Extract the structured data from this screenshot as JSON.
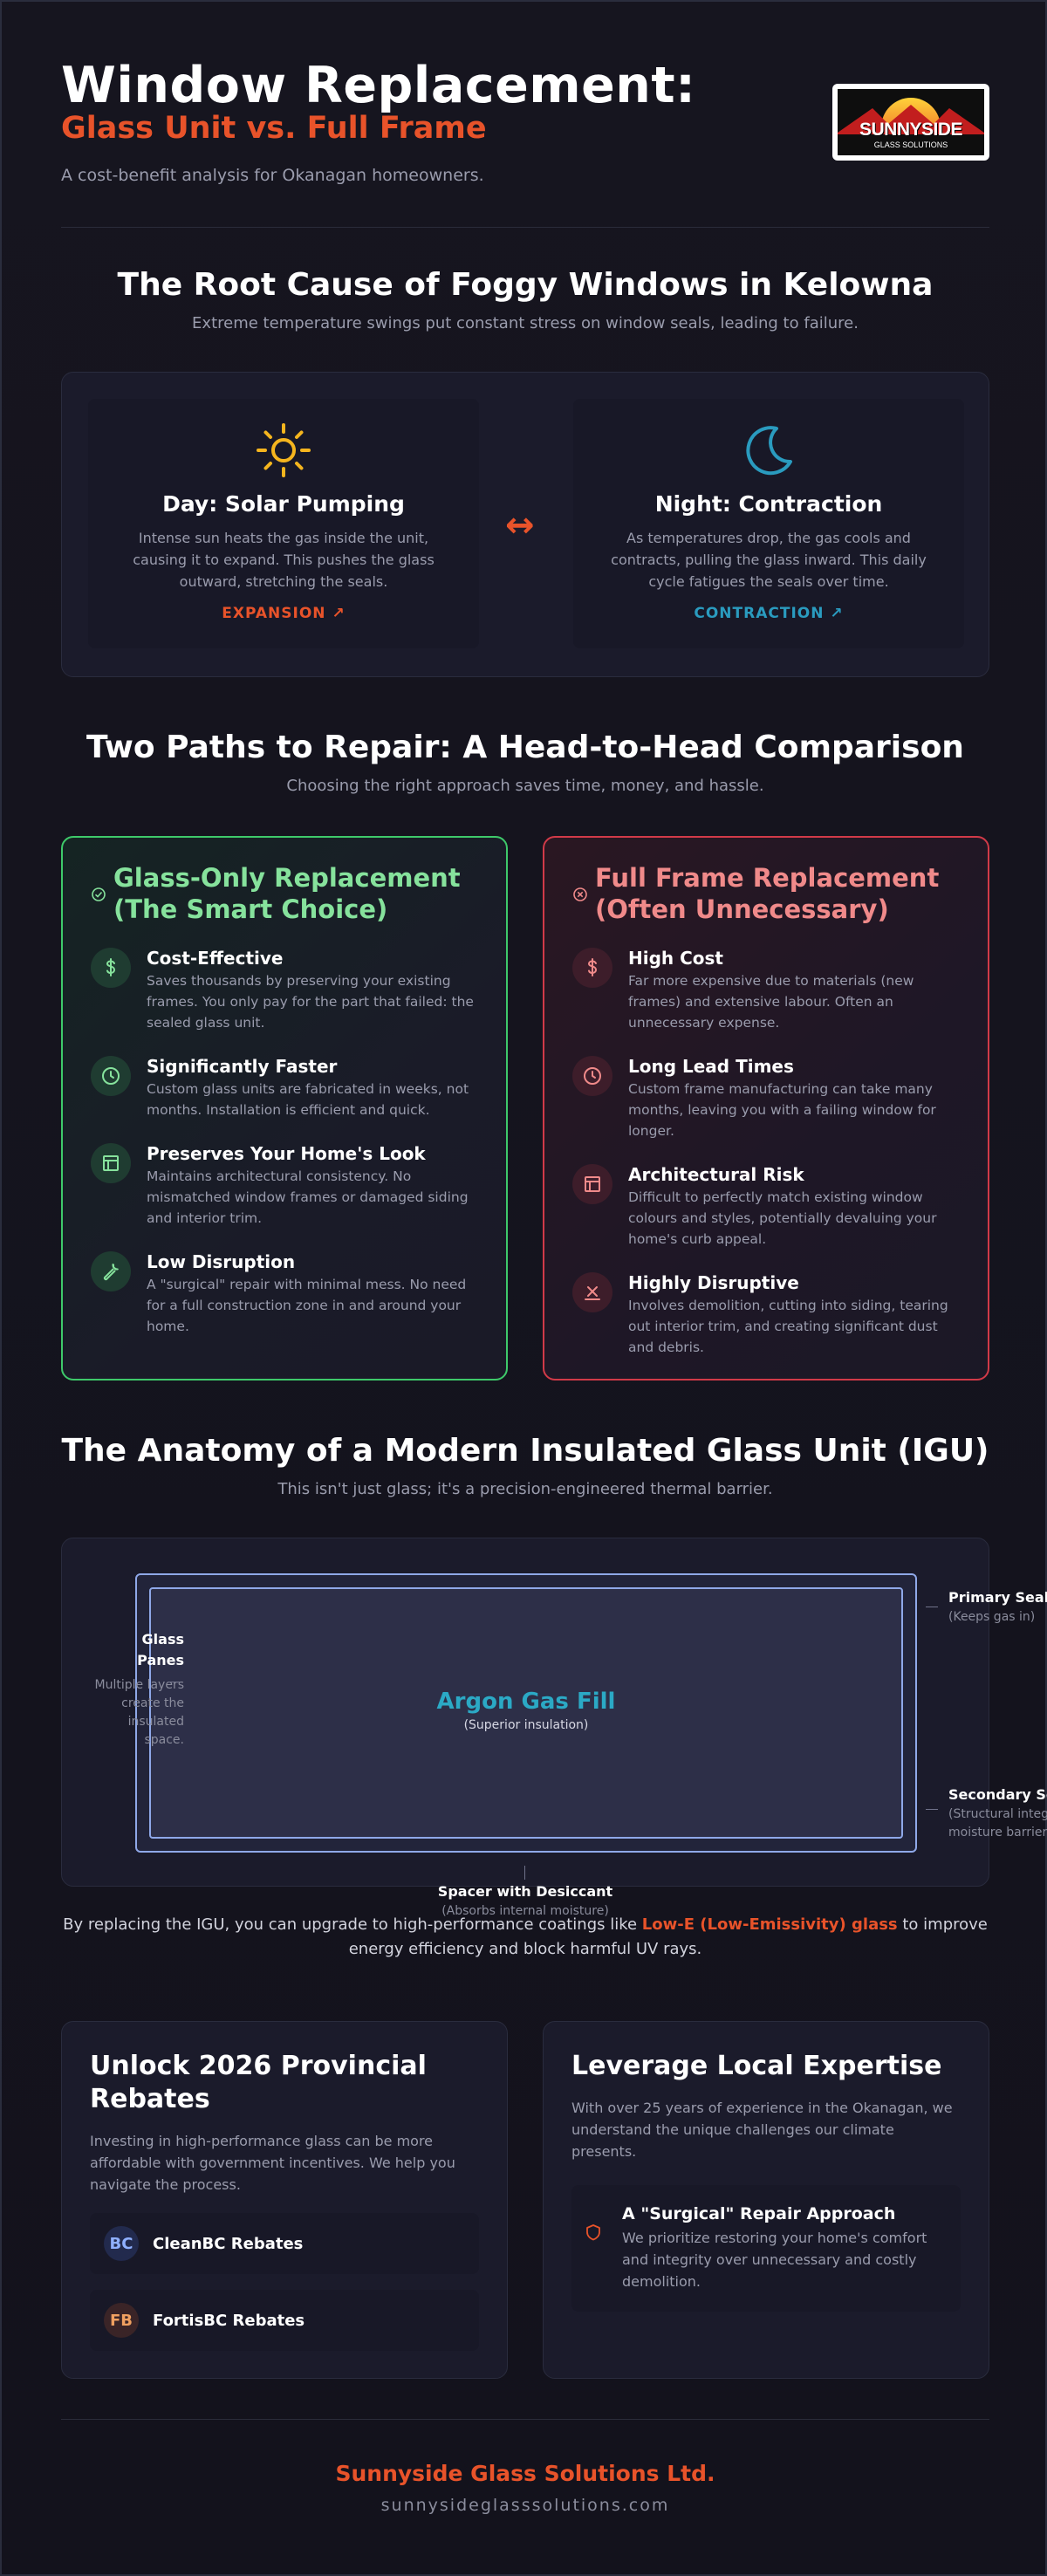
{
  "header": {
    "title": "Window Replacement:",
    "subtitle": "Glass Unit vs. Full Frame",
    "tagline": "A cost-benefit analysis for Okanagan homeowners.",
    "logo_name": "SUNNYSIDE",
    "logo_small": "GLASS SOLUTIONS"
  },
  "fog": {
    "title": "The Root Cause of Foggy Windows in Kelowna",
    "subtitle": "Extreme temperature swings put constant stress on window seals, leading to failure.",
    "day": {
      "title": "Day: Solar Pumping",
      "desc": "Intense sun heats the gas inside the unit, causing it to expand. This pushes the glass outward, stretching the seals.",
      "tag": "EXPANSION ↗",
      "icon": "sun-icon"
    },
    "night": {
      "title": "Night: Contraction",
      "desc": "As temperatures drop, the gas cools and contracts, pulling the glass inward. This daily cycle fatigues the seals over time.",
      "tag": "CONTRACTION ↗",
      "icon": "moon-icon"
    },
    "arrow": "↔"
  },
  "compare": {
    "title": "Two Paths to Repair: A Head-to-Head Comparison",
    "subtitle": "Choosing the right approach saves time, money, and hassle.",
    "good": {
      "title": "Glass-Only Replacement (The Smart Choice)",
      "items": [
        {
          "title": "Cost-Effective",
          "desc": "Saves thousands by preserving your existing frames. You only pay for the part that failed: the sealed glass unit.",
          "icon": "dollar-icon"
        },
        {
          "title": "Significantly Faster",
          "desc": "Custom glass units are fabricated in weeks, not months. Installation is efficient and quick.",
          "icon": "clock-icon"
        },
        {
          "title": "Preserves Your Home's Look",
          "desc": "Maintains architectural consistency. No mismatched window frames or damaged siding and interior trim.",
          "icon": "window-icon"
        },
        {
          "title": "Low Disruption",
          "desc": "A \"surgical\" repair with minimal mess. No need for a full construction zone in and around your home.",
          "icon": "wrench-icon"
        }
      ]
    },
    "bad": {
      "title": "Full Frame Replacement (Often Unnecessary)",
      "items": [
        {
          "title": "High Cost",
          "desc": "Far more expensive due to materials (new frames) and extensive labour. Often an unnecessary expense.",
          "icon": "dollar-icon"
        },
        {
          "title": "Long Lead Times",
          "desc": "Custom frame manufacturing can take many months, leaving you with a failing window for longer.",
          "icon": "clock-icon"
        },
        {
          "title": "Architectural Risk",
          "desc": "Difficult to perfectly match existing window colours and styles, potentially devaluing your home's curb appeal.",
          "icon": "window-icon"
        },
        {
          "title": "Highly Disruptive",
          "desc": "Involves demolition, cutting into siding, tearing out interior trim, and creating significant dust and debris.",
          "icon": "demolition-icon"
        }
      ]
    }
  },
  "igu": {
    "title": "The Anatomy of a Modern Insulated Glass Unit (IGU)",
    "subtitle": "This isn't just glass; it's a precision-engineered thermal barrier.",
    "argon_title": "Argon Gas Fill",
    "argon_desc": "(Superior insulation)",
    "panes_title": "Glass Panes",
    "panes_desc": "Multiple layers create the insulated space.",
    "primary_title": "Primary Seal",
    "primary_desc": "(Keeps gas in)",
    "secondary_title": "Secondary Seal",
    "secondary_desc": "(Structural integrity & moisture barrier)",
    "spacer_title": "Spacer with Desiccant",
    "spacer_desc": "(Absorbs internal moisture)",
    "lowe_before": "By replacing the IGU, you can upgrade to high-performance coatings like ",
    "lowe_highlight": "Low-E (Low-Emissivity) glass",
    "lowe_after": " to improve energy efficiency and block harmful UV rays."
  },
  "rebates": {
    "title": "Unlock 2026 Provincial Rebates",
    "desc": "Investing in high-performance glass can be more affordable with government incentives. We help you navigate the process.",
    "items": [
      {
        "badge": "BC",
        "label": "CleanBC Rebates",
        "color": "#8fb0ff"
      },
      {
        "badge": "FB",
        "label": "FortisBC Rebates",
        "color": "#f0a060"
      }
    ]
  },
  "expertise": {
    "title": "Leverage Local Expertise",
    "desc": "With over 25 years of experience in the Okanagan, we understand the unique challenges our climate presents.",
    "surg_title": "A \"Surgical\" Repair Approach",
    "surg_desc": "We prioritize restoring your home's comfort and integrity over unnecessary and costly demolition."
  },
  "footer": {
    "name": "Sunnyside Glass Solutions Ltd.",
    "url": "sunnysideglasssolutions.com"
  },
  "colors": {
    "accent": "#e8532a",
    "good": "#3ec96a",
    "good_text": "#86e29c",
    "bad": "#d13a48",
    "bad_text": "#f08a8a",
    "sun": "#f5b51e",
    "moon": "#2a9bbf"
  }
}
